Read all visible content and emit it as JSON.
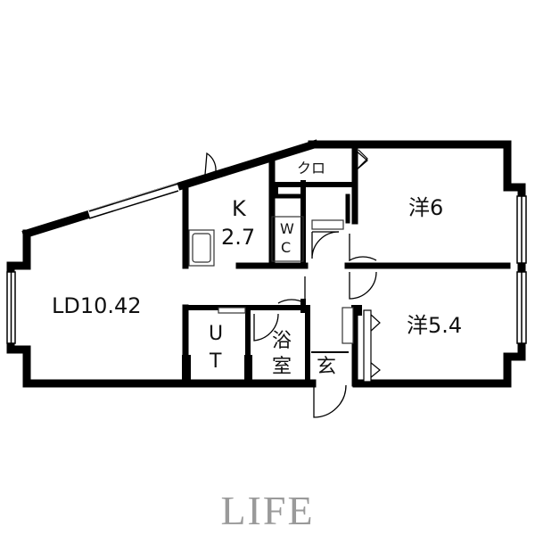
{
  "plan": {
    "rooms": {
      "ld": "LD10.42",
      "k_name": "K",
      "k_size": "2.7",
      "wc_1": "W",
      "wc_2": "C",
      "ut_1": "U",
      "ut_2": "T",
      "bath_1": "浴",
      "bath_2": "室",
      "entrance": "玄",
      "closet": "クロ",
      "western_6": "洋6",
      "western_54": "洋5.4"
    },
    "colors": {
      "wall": "#000000",
      "fixture": "#333333",
      "background": "#ffffff"
    }
  },
  "watermark": "LIFE"
}
